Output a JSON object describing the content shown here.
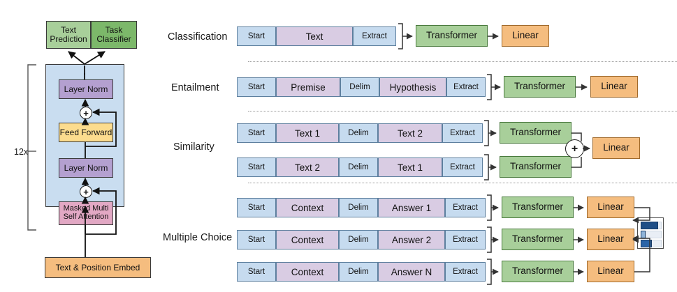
{
  "figure": {
    "left_panel": {
      "repeat_label": "12x",
      "outputs": [
        {
          "name": "text-prediction",
          "label": "Text\nPrediction",
          "color": "#a8cf9a"
        },
        {
          "name": "task-classifier",
          "label": "Task\nClassifier",
          "color": "#7cb86a"
        }
      ],
      "blocks": [
        {
          "name": "layer-norm-top",
          "label": "Layer Norm",
          "color": "#b4a0d0"
        },
        {
          "name": "feed-forward",
          "label": "Feed Forward",
          "color": "#fcdc8e"
        },
        {
          "name": "layer-norm-bottom",
          "label": "Layer Norm",
          "color": "#b4a0d0"
        },
        {
          "name": "masked-multi-self-attention",
          "label": "Masked Multi\nSelf Attention",
          "color": "#e2a8c4"
        }
      ],
      "embedding": {
        "name": "text-position-embed",
        "label": "Text & Position Embed",
        "color": "#f5bd7f"
      },
      "panel_color": "#c9ddf0",
      "residual_symbol": "+"
    },
    "tasks": [
      {
        "name": "classification",
        "label": "Classification",
        "rows": [
          {
            "tokens": [
              {
                "text": "Start",
                "type": "special"
              },
              {
                "text": "Text",
                "type": "content"
              },
              {
                "text": "Extract",
                "type": "special"
              }
            ]
          }
        ],
        "heads": [
          "Transformer",
          "Linear"
        ],
        "output_type": "linear"
      },
      {
        "name": "entailment",
        "label": "Entailment",
        "rows": [
          {
            "tokens": [
              {
                "text": "Start",
                "type": "special"
              },
              {
                "text": "Premise",
                "type": "content"
              },
              {
                "text": "Delim",
                "type": "special"
              },
              {
                "text": "Hypothesis",
                "type": "content"
              },
              {
                "text": "Extract",
                "type": "special"
              }
            ]
          }
        ],
        "heads": [
          "Transformer",
          "Linear"
        ],
        "output_type": "linear"
      },
      {
        "name": "similarity",
        "label": "Similarity",
        "rows": [
          {
            "tokens": [
              {
                "text": "Start",
                "type": "special"
              },
              {
                "text": "Text 1",
                "type": "content"
              },
              {
                "text": "Delim",
                "type": "special"
              },
              {
                "text": "Text 2",
                "type": "content"
              },
              {
                "text": "Extract",
                "type": "special"
              }
            ]
          },
          {
            "tokens": [
              {
                "text": "Start",
                "type": "special"
              },
              {
                "text": "Text 2",
                "type": "content"
              },
              {
                "text": "Delim",
                "type": "special"
              },
              {
                "text": "Text 1",
                "type": "content"
              },
              {
                "text": "Extract",
                "type": "special"
              }
            ]
          }
        ],
        "heads": [
          "Transformer",
          "Transformer",
          "Linear"
        ],
        "combiner": "+",
        "output_type": "linear"
      },
      {
        "name": "multiple-choice",
        "label": "Multiple Choice",
        "rows": [
          {
            "tokens": [
              {
                "text": "Start",
                "type": "special"
              },
              {
                "text": "Context",
                "type": "content"
              },
              {
                "text": "Delim",
                "type": "special"
              },
              {
                "text": "Answer 1",
                "type": "content"
              },
              {
                "text": "Extract",
                "type": "special"
              }
            ]
          },
          {
            "tokens": [
              {
                "text": "Start",
                "type": "special"
              },
              {
                "text": "Context",
                "type": "content"
              },
              {
                "text": "Delim",
                "type": "special"
              },
              {
                "text": "Answer 2",
                "type": "content"
              },
              {
                "text": "Extract",
                "type": "special"
              }
            ]
          },
          {
            "tokens": [
              {
                "text": "Start",
                "type": "special"
              },
              {
                "text": "Context",
                "type": "content"
              },
              {
                "text": "Delim",
                "type": "special"
              },
              {
                "text": "Answer N",
                "type": "content"
              },
              {
                "text": "Extract",
                "type": "special"
              }
            ]
          }
        ],
        "heads": [
          "Transformer",
          "Linear"
        ],
        "output_type": "softmax-bars",
        "bars": [
          0.82,
          0.14,
          0.46
        ]
      }
    ],
    "colors": {
      "special_token": "#c6dbef",
      "content_token": "#d9cce3",
      "transformer": "#a8cf9a",
      "linear": "#f5bd7f",
      "layer_norm": "#b4a0d0",
      "feed_forward": "#fcdc8e",
      "attention": "#e2a8c4",
      "embed": "#f5bd7f",
      "panel": "#c9ddf0",
      "bar_fill": "#1f4e86",
      "bar_track": "#e9eef5",
      "separator": "#9a9a9a"
    }
  }
}
